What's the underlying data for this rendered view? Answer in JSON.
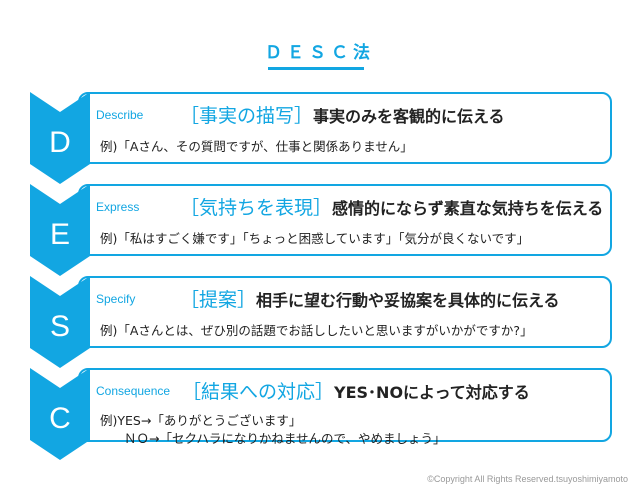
{
  "title": "ＤＥＳＣ法",
  "rows": [
    {
      "letter": "D",
      "en": "Describe",
      "bracket": "［事実の描写］",
      "heading": "事実のみを客観的に伝える",
      "example": "例)「Aさん、その質問ですが、仕事と関係ありません」"
    },
    {
      "letter": "E",
      "en": "Express",
      "bracket": "［気持ちを表現］",
      "heading": "感情的にならず素直な気持ちを伝える",
      "example": "例)「私はすごく嫌です」「ちょっと困惑しています」「気分が良くないです」"
    },
    {
      "letter": "S",
      "en": "Specify",
      "bracket": "［提案］",
      "heading": "相手に望む行動や妥協案を具体的に伝える",
      "example": "例)「Aさんとは、ぜひ別の話題でお話ししたいと思いますがいかがですか?」"
    },
    {
      "letter": "C",
      "en": "Consequence",
      "bracket": "［結果への対応］",
      "heading": "YES･NOによって対応する",
      "example": "例)YES→「ありがとうございます」",
      "example2": "ＮＯ→「セクハラになりかねませんので、やめましょう」"
    }
  ],
  "copyright": "©Copyright All Rights Reserved.tsuyoshimiyamoto",
  "colors": {
    "accent": "#12a6e2"
  }
}
